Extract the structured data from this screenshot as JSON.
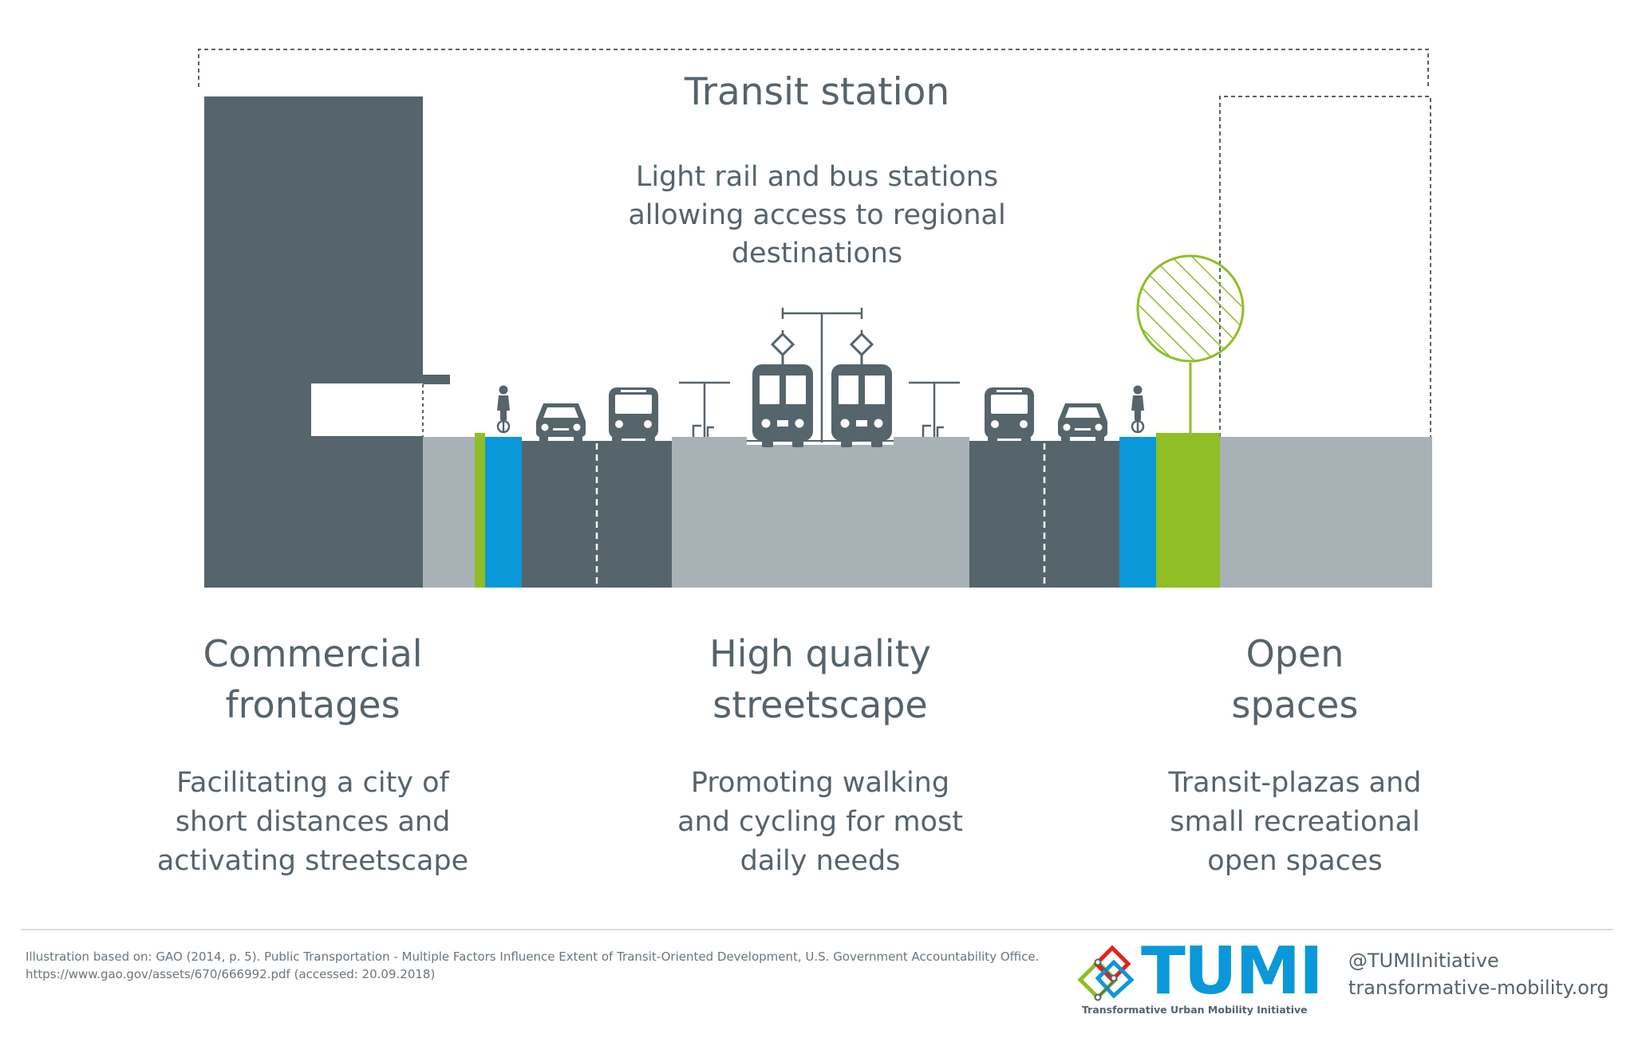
{
  "station": {
    "title": "Transit station",
    "description_lines": [
      "Light rail and bus stations",
      "allowing access to regional",
      "destinations"
    ]
  },
  "columns": [
    {
      "heading_lines": [
        "Commercial",
        "frontages"
      ],
      "description_lines": [
        "Facilitating a city of",
        "short distances and",
        "activating streetscape"
      ]
    },
    {
      "heading_lines": [
        "High quality",
        "streetscape"
      ],
      "description_lines": [
        "Promoting walking",
        "and cycling for most",
        "daily needs"
      ]
    },
    {
      "heading_lines": [
        "Open",
        "spaces"
      ],
      "description_lines": [
        "Transit-plazas and",
        "small recreational",
        "open spaces"
      ]
    }
  ],
  "footer": {
    "source_line1": "Illustration based on: GAO (2014, p. 5). Public Transportation - Multiple Factors Influence Extent of Transit-Oriented Development, U.S. Government Accountability Office.",
    "source_line2": "https://www.gao.gov/assets/670/666992.pdf (accessed: 20.09.2018)",
    "logo_word": "TUMI",
    "logo_tagline": "Transformative Urban Mobility Initiative",
    "social_handle": "@TUMIInitiative",
    "website": "transformative-mobility.org"
  },
  "colors": {
    "building": "#56646b",
    "sidewalk": "#a8b1b6",
    "bike_lane": "#0a98d8",
    "green": "#8fbe25",
    "outline": "#56636b"
  },
  "icons": [
    "building-icon",
    "cyclist-icon",
    "car-icon",
    "bus-icon",
    "tram-icon",
    "tree-icon",
    "street-lamp-icon",
    "tumi-logo-icon"
  ]
}
